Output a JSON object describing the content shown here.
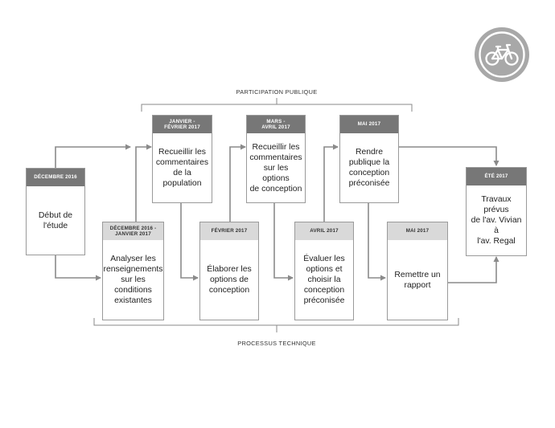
{
  "groups": {
    "public": "PARTICIPATION PUBLIQUE",
    "technical": "PROCESSUS TECHNIQUE"
  },
  "steps": [
    {
      "id": "debut",
      "date": "DÉCEMBRE 2016",
      "text": "Début de\nl'étude"
    },
    {
      "id": "analyser",
      "date": "DÉCEMBRE 2016 -\nJANVIER 2017",
      "text": "Analyser les\nrenseignements\nsur les\nconditions\nexistantes"
    },
    {
      "id": "recueillir-pop",
      "date": "JANVIER -\nFÉVRIER 2017",
      "text": "Recueillir les\ncommentaires\nde la population"
    },
    {
      "id": "elaborer",
      "date": "FÉVRIER 2017",
      "text": "Élaborer les\noptions de\nconception"
    },
    {
      "id": "recueillir-opt",
      "date": "MARS -\nAVRIL 2017",
      "text": "Recueillir les\ncommentaires\nsur les options\nde conception"
    },
    {
      "id": "evaluer",
      "date": "AVRIL 2017",
      "text": "Évaluer les\noptions et\nchoisir la\nconception\npréconisée"
    },
    {
      "id": "rendre",
      "date": "MAI 2017",
      "text": "Rendre\npublique la\nconception\npréconisée"
    },
    {
      "id": "remettre",
      "date": "MAI 2017",
      "text": "Remettre un\nrapport"
    },
    {
      "id": "travaux",
      "date": "ÉTÉ 2017",
      "text": "Travaux prévus\nde l'av. Vivian à\nl'av. Regal"
    }
  ],
  "colors": {
    "dark_header": "#777777",
    "light_header": "#d9d9d9",
    "line": "#8a8a8a",
    "logo": "#a8a8a8"
  },
  "logo_icon": "bicycle-icon"
}
